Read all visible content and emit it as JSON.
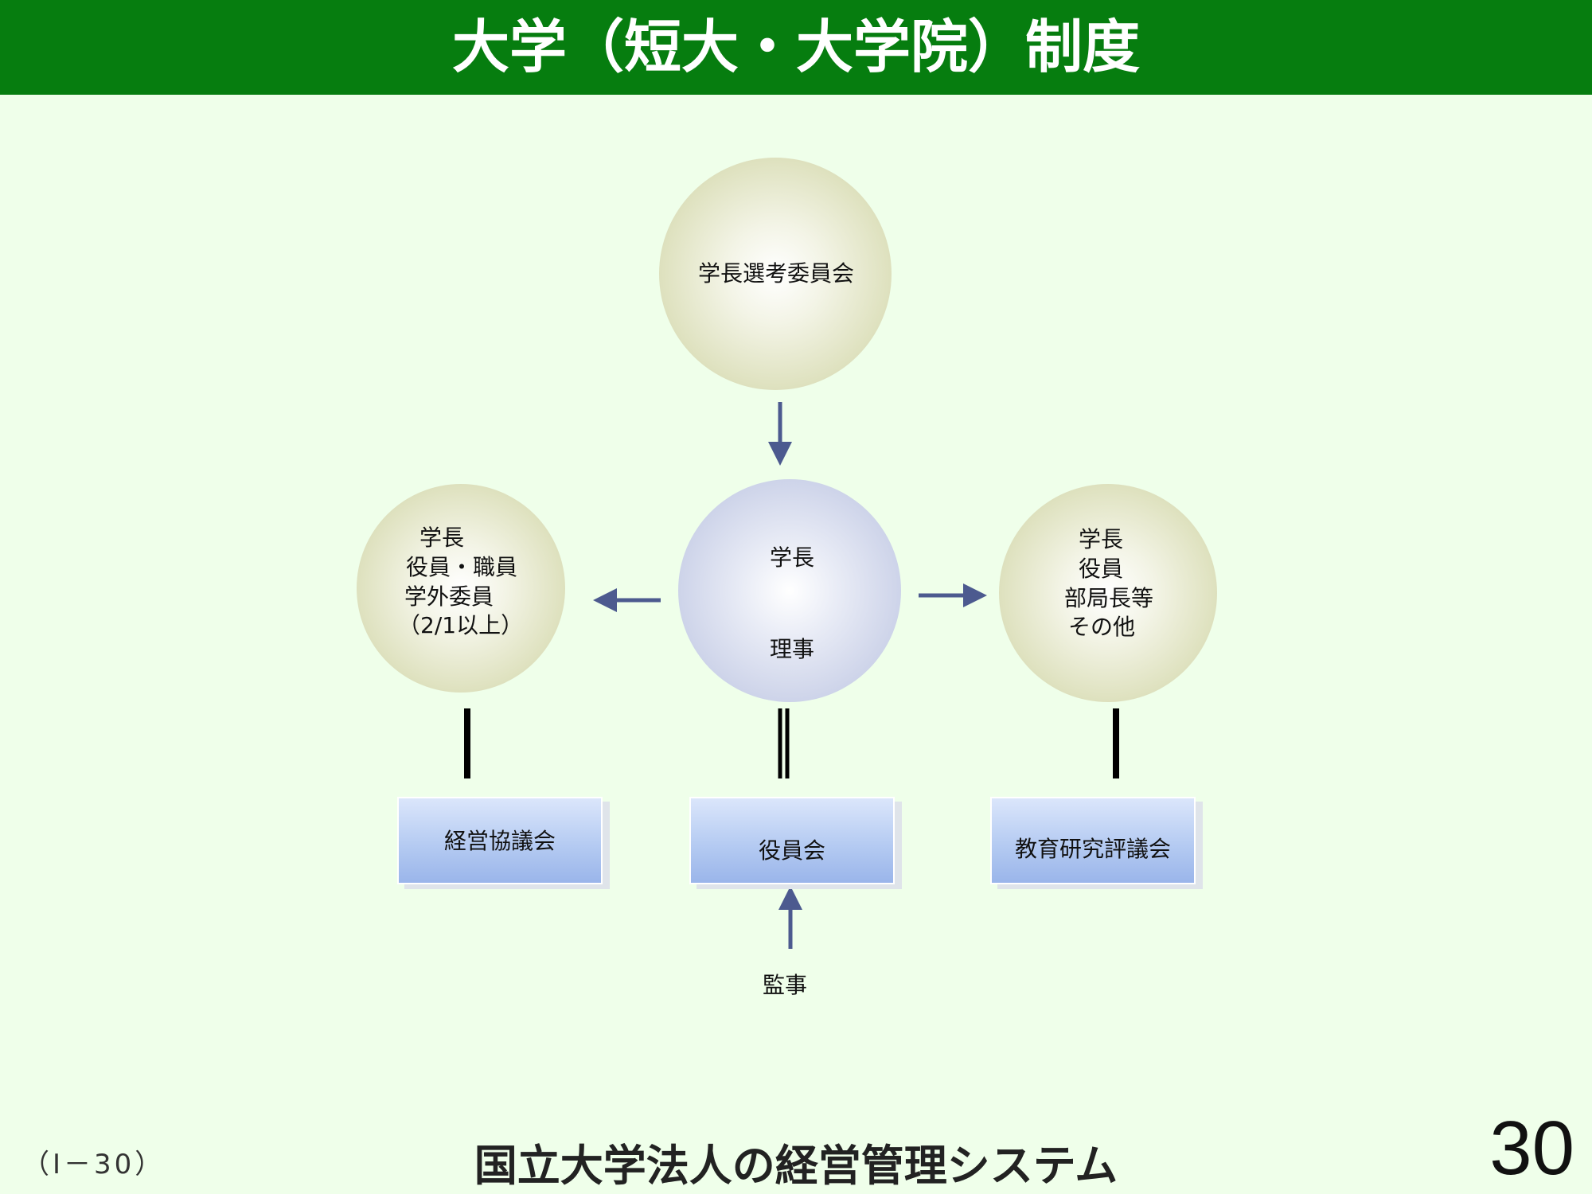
{
  "header": {
    "title": "大学（短大・大学院）制度"
  },
  "nodes": {
    "selection_committee": {
      "label": "学長選考委員会"
    },
    "president": {
      "line1": "学長",
      "line2": "理事"
    },
    "left": {
      "lines": [
        "学長",
        "役員・職員",
        "学外委員",
        "（2/1以上）"
      ]
    },
    "right": {
      "lines": [
        "学長",
        "役員",
        "部局長等",
        "その他"
      ]
    }
  },
  "boxes": {
    "management_council": "経営協議会",
    "board_of_directors": "役員会",
    "education_research_council": "教育研究評議会"
  },
  "auditor": {
    "label": "監事"
  },
  "footer": {
    "code": "（Ⅰ－30）",
    "title": "国立大学法人の経営管理システム",
    "page_number": "30"
  },
  "colors": {
    "header_bg": "#067d0f",
    "page_bg": "#efffea",
    "arrow": "#4c5a8f",
    "connector": "#000000"
  }
}
